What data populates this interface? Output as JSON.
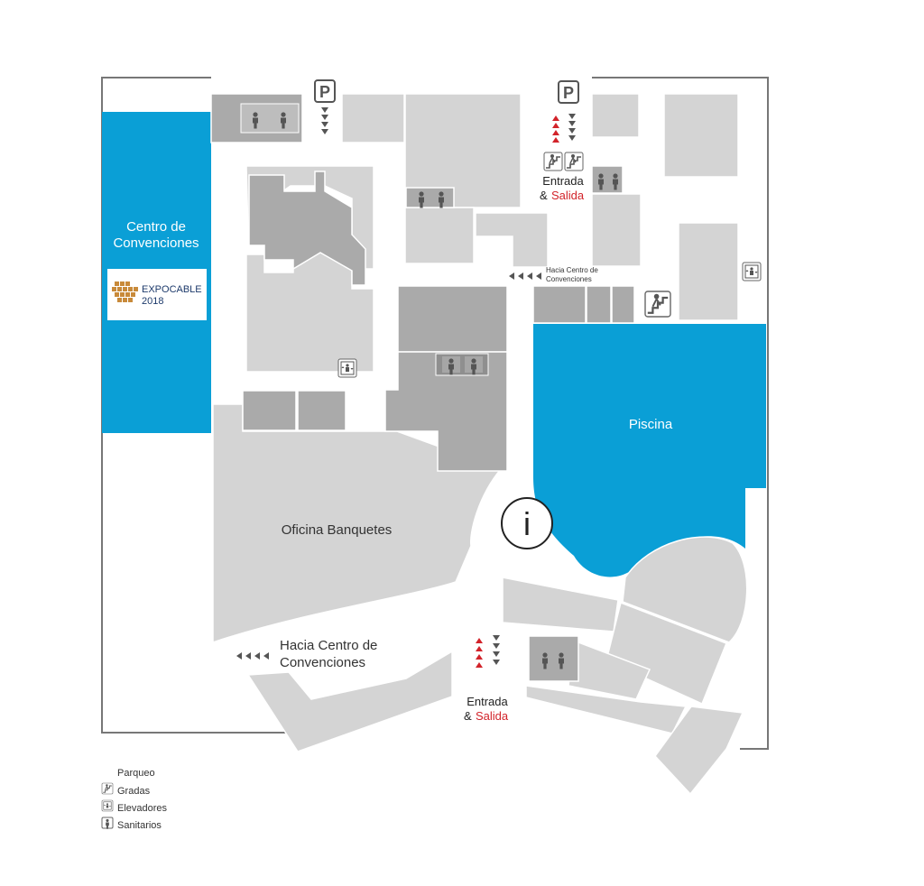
{
  "map": {
    "convention_center": {
      "line1": "Centro de",
      "line2": "Convenciones"
    },
    "expocable": {
      "name": "EXPOCABLE",
      "year": "2018"
    },
    "pool": "Piscina",
    "banquet_office": "Oficina Banquetes",
    "info_symbol": "i",
    "parking_symbol": "P",
    "entrance_top": {
      "entrada": "Entrada",
      "amp": "&",
      "salida": "Salida"
    },
    "entrance_bottom": {
      "entrada": "Entrada",
      "amp": "&",
      "salida": "Salida"
    },
    "to_convention_small": {
      "line1": "Hacia Centro de",
      "line2": "Convenciones"
    },
    "to_convention_large": {
      "line1": "Hacia Centro de",
      "line2": "Convenciones"
    }
  },
  "legend": {
    "parking": "Parqueo",
    "stairs": "Gradas",
    "elevators": "Elevadores",
    "restrooms": "Sanitarios"
  },
  "colors": {
    "pool_blue": "#0a9fd6",
    "building_light": "#d4d4d4",
    "building_dark": "#aaaaaa",
    "outline": "#777777",
    "exit_red": "#d2232a",
    "arrow_gray": "#555555"
  }
}
